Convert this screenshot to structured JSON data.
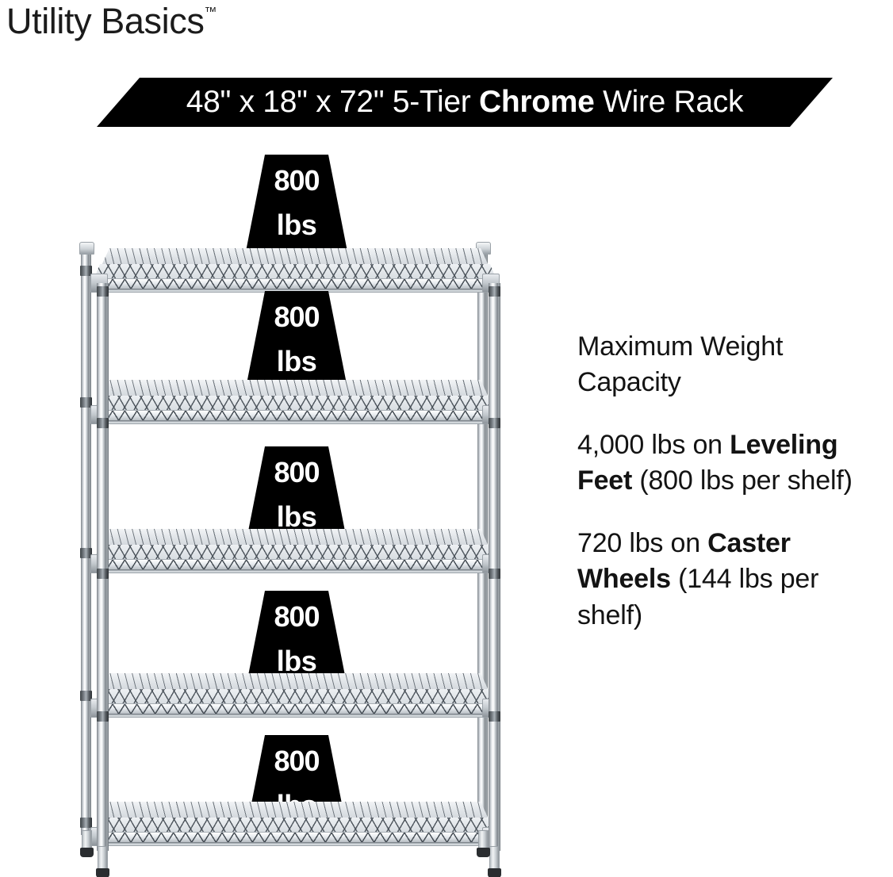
{
  "brand": {
    "name": "Utility Basics",
    "tm": "™"
  },
  "banner": {
    "segments": [
      {
        "text": "48\" x 18\" x 72\" 5-Tier ",
        "bold": false
      },
      {
        "text": "Chrome",
        "bold": true
      },
      {
        "text": " Wire Rack",
        "bold": false
      }
    ],
    "full_text": "48\" x 18\" x 72\" 5-Tier Chrome Wire Rack",
    "background_color": "#000000",
    "text_color": "#ffffff"
  },
  "spec_panel": {
    "heading": "Maximum Weight Capacity",
    "paragraphs": [
      {
        "lead": "4,000 lbs on ",
        "emphasis": "Leveling Feet",
        "tail": " (800 lbs per shelf)"
      },
      {
        "lead": "720 lbs on ",
        "emphasis": "Caster Wheels",
        "tail": " (144 lbs per shelf)"
      }
    ]
  },
  "product": {
    "type": "5-tier chrome wire shelving rack",
    "shelf_count": 5,
    "badge": {
      "number": "800",
      "unit": "lbs",
      "background_color": "#000000",
      "text_color": "#ffffff"
    },
    "shelves": [
      {
        "index": 1,
        "badge_number": "800",
        "badge_unit": "lbs"
      },
      {
        "index": 2,
        "badge_number": "800",
        "badge_unit": "lbs"
      },
      {
        "index": 3,
        "badge_number": "800",
        "badge_unit": "lbs"
      },
      {
        "index": 4,
        "badge_number": "800",
        "badge_unit": "lbs"
      },
      {
        "index": 5,
        "badge_number": "800",
        "badge_unit": "lbs"
      }
    ]
  }
}
